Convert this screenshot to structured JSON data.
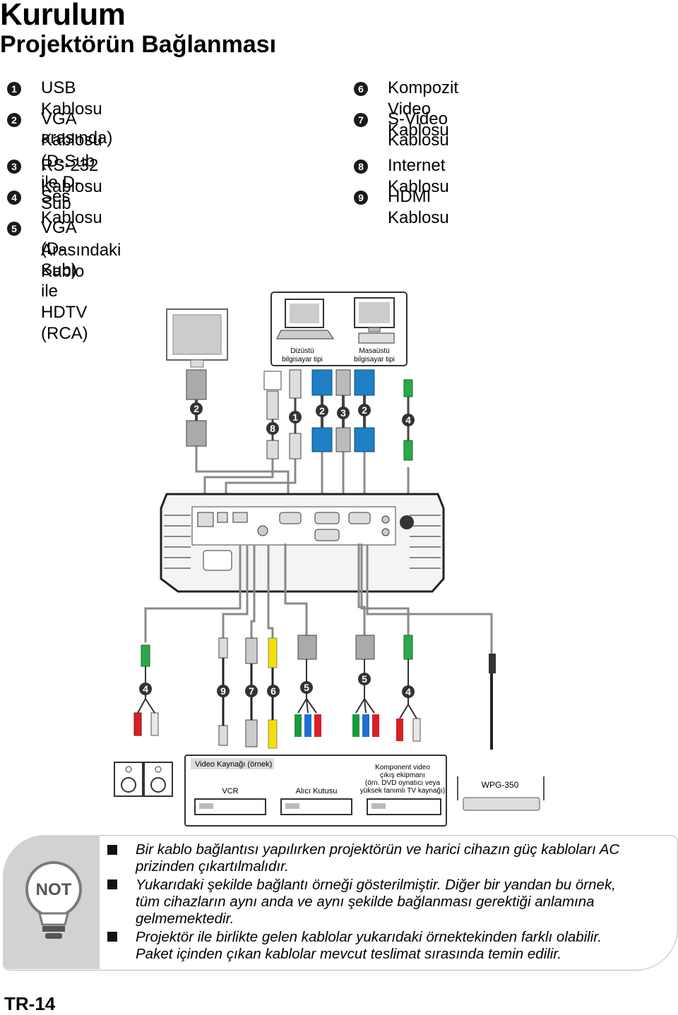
{
  "header": {
    "title": "Kurulum",
    "subtitle": "Projektörün Bağlanması"
  },
  "legend": [
    {
      "num": "1",
      "label": "USB Kablosu"
    },
    {
      "num": "2",
      "label_line1": "VGA Kablosu (D-Sub ile D-Sub",
      "label_line2": "arasında)"
    },
    {
      "num": "3",
      "label": "RS-232 Kablosu"
    },
    {
      "num": "4",
      "label": "Ses Kablosu"
    },
    {
      "num": "5",
      "label_line1": "VGA (D-Sub) ile HDTV (RCA)",
      "label_line2": "Arasındaki Kablo"
    },
    {
      "num": "6",
      "label": "Kompozit Video Kablosu"
    },
    {
      "num": "7",
      "label": "S-Video Kablosu"
    },
    {
      "num": "8",
      "label": "Internet Kablosu"
    },
    {
      "num": "9",
      "label": "HDMI Kablosu"
    }
  ],
  "diagram": {
    "laptop_line1": "Dizüstü",
    "laptop_line2": "bilgisayar tipi",
    "desktop_line1": "Masaüstü",
    "desktop_line2": "bilgisayar tipi",
    "video_source_title": "Video Kaynağı (örnek)",
    "vcr": "VCR",
    "receiver": "Alıcı Kutusu",
    "component_line1": "Komponent video",
    "component_line2": "çıkış ekipmanı",
    "component_line3": "(örn. DVD oynatıcı veya",
    "component_line4": "yüksek tanımlı TV kaynağı)",
    "wpg": "WPG-350",
    "cable_numbers": [
      "2",
      "8",
      "1",
      "2",
      "3",
      "2",
      "4",
      "4",
      "9",
      "7",
      "6",
      "5",
      "5",
      "4"
    ]
  },
  "note": {
    "icon_text": "NOT",
    "lines": [
      "Bir kablo bağlantısı yapılırken projektörün ve harici cihazın güç kabloları AC",
      "prizinden çıkartılmalıdır.",
      "Yukarıdaki şekilde bağlantı örneği gösterilmiştir. Diğer bir yandan bu örnek,",
      "tüm cihazların aynı anda ve aynı şekilde bağlanması gerektiği anlamına",
      "gelmemektedir.",
      "Projektör ile birlikte gelen kablolar yukarıdaki örnektekinden farklı olabilir.",
      "Paket içinden çıkan kablolar mevcut teslimat sırasında temin edilir."
    ]
  },
  "footer": {
    "page_number": "TR-14"
  },
  "colors": {
    "vga_blue": "#1e7fc4",
    "audio_green": "#2aa84a",
    "rca_yellow": "#f3e000",
    "rca_red": "#d91f26",
    "rca_white": "#e8e8e8",
    "component_green": "#1a9a3c",
    "component_blue": "#1f6fd0",
    "cable_gray": "#8a8a8a",
    "note_gray": "#d2d2d2"
  }
}
